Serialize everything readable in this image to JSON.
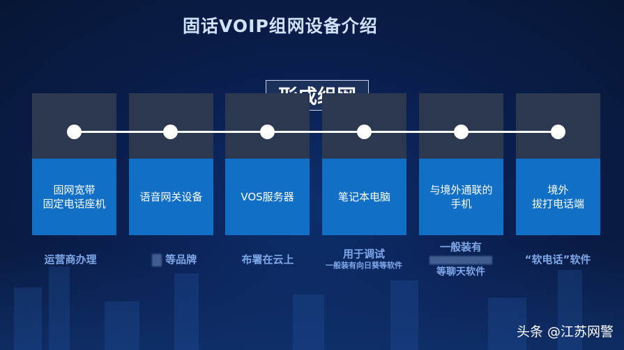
{
  "title": "固话VOIP组网设备介绍",
  "subtitle": "形成组网",
  "cards": [
    {
      "label": "固网宽带\n固定电话座机",
      "caption": "运营商办理"
    },
    {
      "label": "语音网关设备",
      "caption": "等品牌"
    },
    {
      "label": "VOS服务器",
      "caption": "布署在云上"
    },
    {
      "label": "笔记本电脑",
      "caption": "用于调试",
      "caption_small": "一般装有向日葵等软件"
    },
    {
      "label": "与境外通联的\n手机",
      "caption": "一般装有",
      "caption_small": "等聊天软件"
    },
    {
      "label": "境外\n拔打电话端",
      "caption": "“软电话”软件"
    }
  ],
  "watermark": "头条 @江苏网警"
}
